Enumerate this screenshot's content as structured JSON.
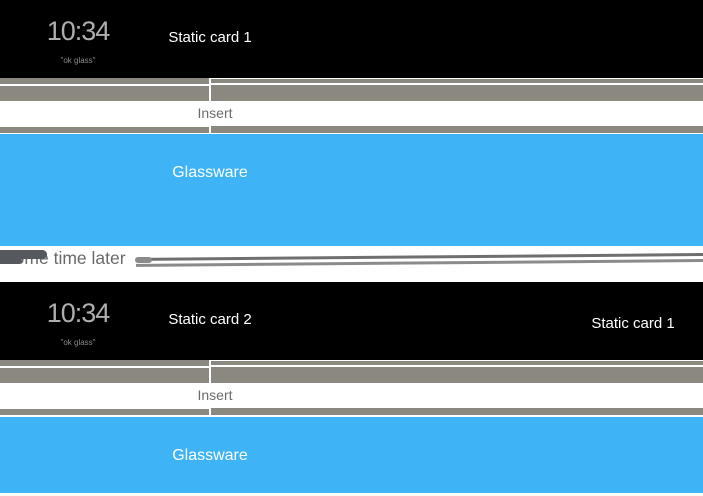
{
  "palette": {
    "black": "#000000",
    "gray_band": "#8b8880",
    "blue": "#3eb4f7",
    "label_white": "#ffffff",
    "muted_text": "#6b6b6b",
    "clock_color": "#b0aeac",
    "okglass_color": "#8a8a8a",
    "divider_line_dark": "#6f6f6f",
    "divider_line_light": "#8b8b8b",
    "divider_blob": "#55585c"
  },
  "sections": [
    {
      "clock_time": "10:34",
      "clock_hotword": "\"ok glass\"",
      "card_label": "Static card 1",
      "insert_label": "Insert",
      "glassware_label": "Glassware"
    },
    {
      "clock_time": "10:34",
      "clock_hotword": "\"ok glass\"",
      "card_label": "Static card 2",
      "right_card_label": "Static card 1",
      "insert_label": "Insert",
      "glassware_label": "Glassware"
    }
  ],
  "divider": {
    "label": "Some time later"
  }
}
